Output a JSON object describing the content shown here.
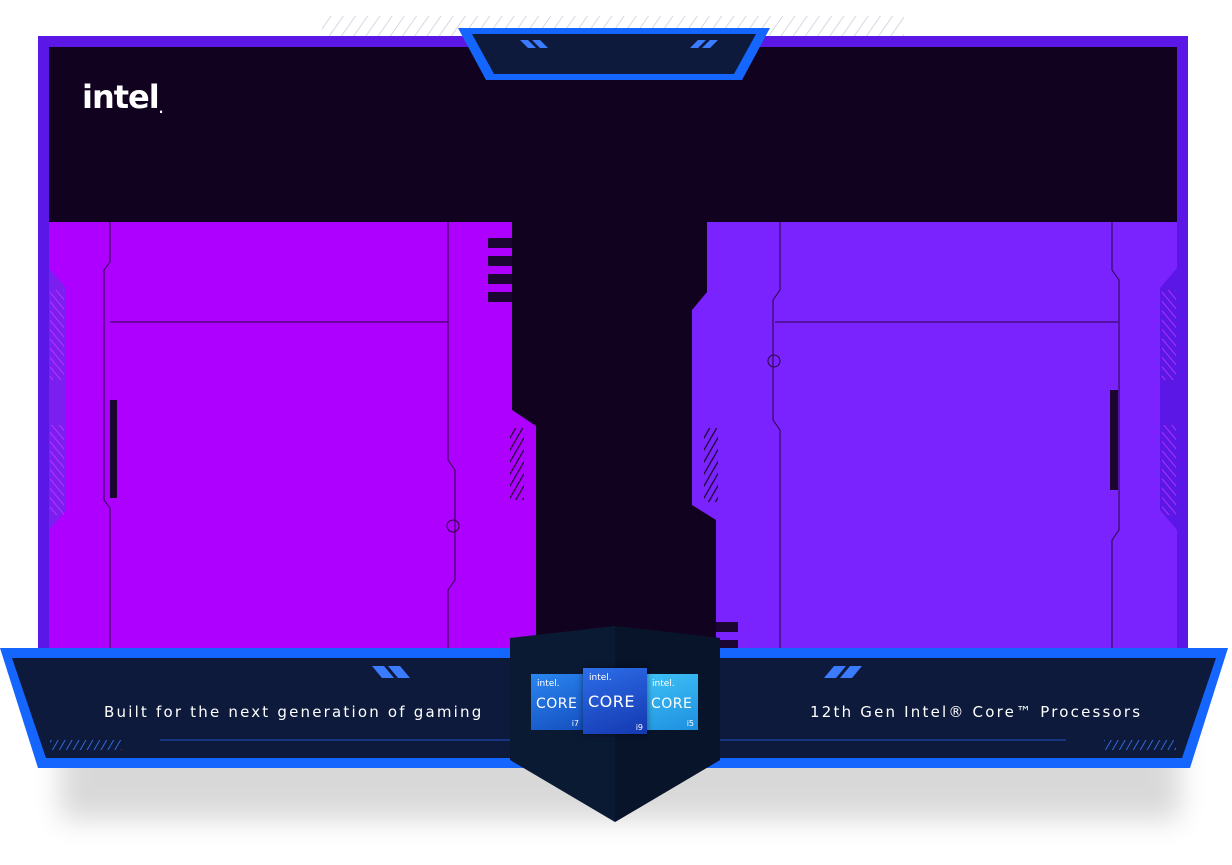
{
  "brand": {
    "logo_text": "intel",
    "logo_dot": "."
  },
  "footer": {
    "tagline_left": "Built for the next generation of gaming",
    "tagline_right": "12th Gen Intel® Core™ Processors"
  },
  "badges": [
    {
      "brand": "intel.",
      "name": "CORE",
      "gen": "i7",
      "color": "#1b6fe0"
    },
    {
      "brand": "intel.",
      "name": "CORE",
      "gen": "i9",
      "color": "#1848c8"
    },
    {
      "brand": "intel.",
      "name": "CORE",
      "gen": "i5",
      "color": "#25a8ec"
    }
  ],
  "colors": {
    "frame": "#5b17e6",
    "dark": "#110320",
    "left_panel": "#ad00ff",
    "right_panel": "#7a23ff",
    "footer_bg": "#0e1a3b",
    "footer_border": "#1565ff"
  }
}
